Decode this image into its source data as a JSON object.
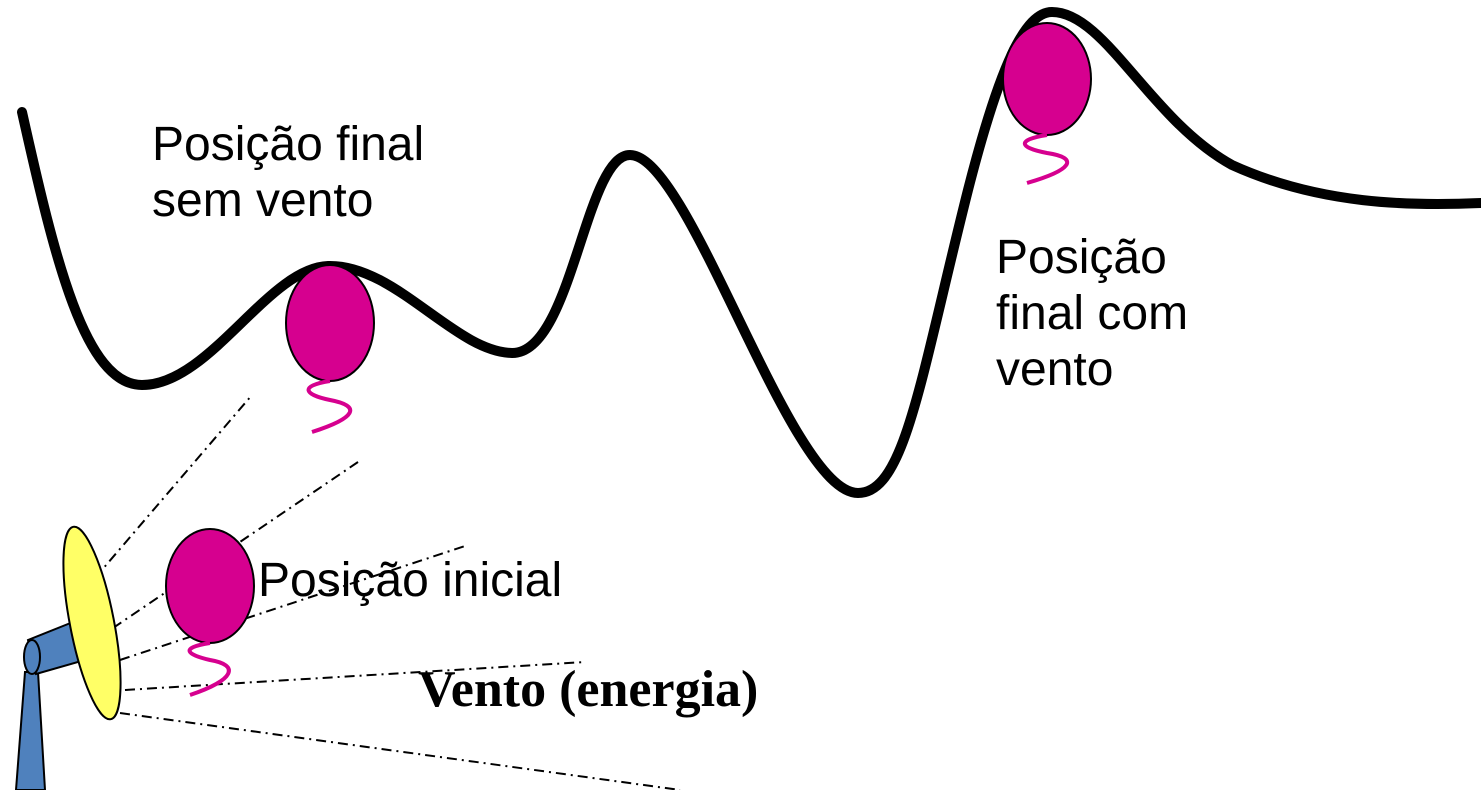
{
  "labels": {
    "final_no_wind_line1": "Posição final",
    "final_no_wind_line2": "sem vento",
    "final_with_wind_line1": "Posição",
    "final_with_wind_line2": "final com",
    "final_with_wind_line3": "vento",
    "initial_position": "Posição inicial",
    "wind_energy": "Vento (energia)"
  },
  "colors": {
    "landscape": "#000000",
    "balloon": "#d6008f",
    "string": "#d6008f",
    "fan_blade": "#ffff66",
    "fan_body": "#4f81bd",
    "wind_lines": "#000000"
  }
}
